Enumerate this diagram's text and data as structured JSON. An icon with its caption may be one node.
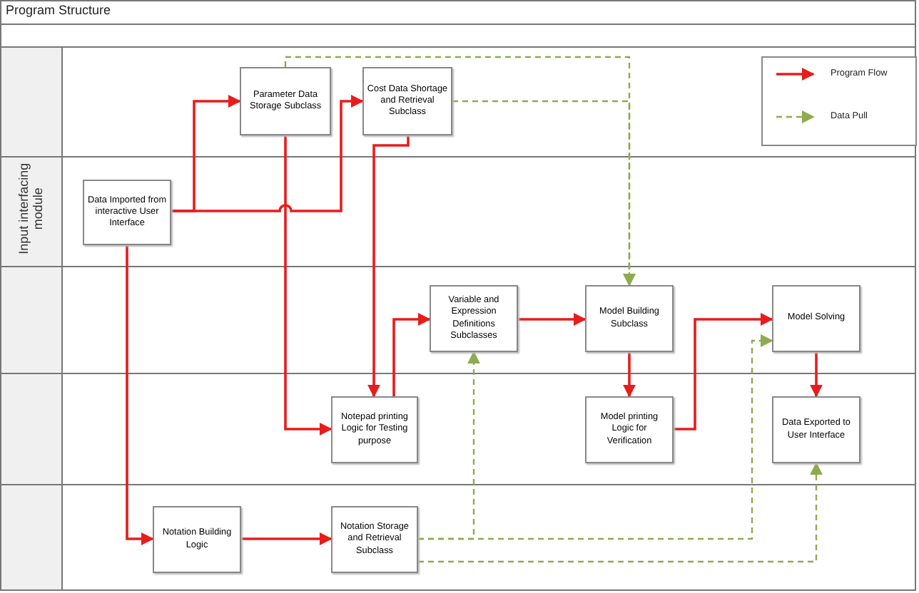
{
  "diagram": {
    "title": "Program Structure",
    "nodes": [
      {
        "text": [
          "Parameter Data Storage Subclass"
        ]
      },
      {
        "text": [
          "Cost Data Shortage and Retrieval Subclass"
        ]
      },
      {
        "text": [
          "Data Imported from interactive User Interface"
        ]
      },
      {
        "text": [
          "Variable and Expression Definitions Subclasses"
        ]
      },
      {
        "text": [
          "Model Building Subclass"
        ]
      },
      {
        "text": [
          "Model Solving"
        ]
      },
      {
        "text": [
          "Notepad printing Logic for Testing purpose"
        ]
      },
      {
        "text": [
          "Model printing Logic for Verification"
        ]
      },
      {
        "text": [
          "Data Exported to User Interface"
        ]
      },
      {
        "text": [
          "Notation Building Logic"
        ]
      },
      {
        "text": [
          "Notation Storage and Retrieval Subclass"
        ]
      }
    ],
    "edges": [
      {
        "from": 2,
        "to": 0,
        "arrow": "to"
      },
      {
        "from": 2,
        "to": 1,
        "arrow": "to"
      },
      {
        "from": 0,
        "to": 6,
        "arrow": "to"
      },
      {
        "from": 1,
        "to": 6,
        "arrow": "to"
      },
      {
        "from": 6,
        "to": 3,
        "arrow": "to"
      },
      {
        "from": 3,
        "to": 4,
        "arrow": "to"
      },
      {
        "from": 4,
        "to": 7,
        "arrow": "to"
      },
      {
        "from": 7,
        "to": 5,
        "arrow": "to"
      },
      {
        "from": 5,
        "to": 8,
        "arrow": "to"
      },
      {
        "from": 2,
        "to": 9,
        "arrow": "to"
      },
      {
        "from": 9,
        "to": 10,
        "arrow": "to"
      },
      {
        "from": 0,
        "to": 4,
        "arrow": "to",
        "style": "dashed",
        "color": "#8faa4f"
      },
      {
        "from": 1,
        "to": 4,
        "arrow": "to",
        "style": "dashed",
        "color": "#8faa4f"
      },
      {
        "from": 10,
        "to": 3,
        "arrow": "to",
        "style": "dashed",
        "color": "#8faa4f"
      },
      {
        "from": 10,
        "to": 5,
        "arrow": "to",
        "style": "dashed",
        "color": "#8faa4f"
      },
      {
        "from": 10,
        "to": 8,
        "arrow": "to",
        "style": "dashed",
        "color": "#8faa4f"
      }
    ],
    "labels": [
      "Input interfacing module"
    ],
    "legend": [
      {
        "text": "Program Flow"
      },
      {
        "text": "Data Pull"
      }
    ]
  }
}
